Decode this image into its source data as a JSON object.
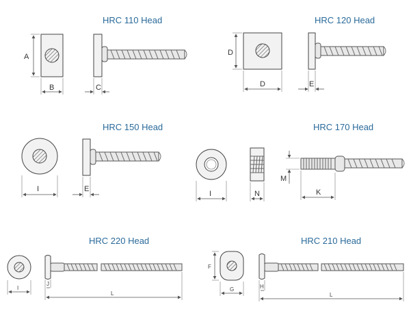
{
  "panels": [
    {
      "id": "hrc110",
      "title": "HRC 110 Head",
      "labels": [
        "A",
        "B",
        "C"
      ]
    },
    {
      "id": "hrc120",
      "title": "HRC 120 Head",
      "labels": [
        "D",
        "D",
        "E"
      ]
    },
    {
      "id": "hrc150",
      "title": "HRC 150 Head",
      "labels": [
        "I",
        "E"
      ]
    },
    {
      "id": "hrc170",
      "title": "HRC 170 Head",
      "labels": [
        "I",
        "N",
        "M",
        "K"
      ]
    },
    {
      "id": "hrc220",
      "title": "HRC 220 Head",
      "labels": [
        "I",
        "J",
        "L"
      ]
    },
    {
      "id": "hrc210",
      "title": "HRC 210 Head",
      "labels": [
        "F",
        "G",
        "H",
        "L"
      ]
    }
  ],
  "colors": {
    "title": "#2a6a9a",
    "line": "#555555",
    "fill": "#f2f2f2"
  }
}
